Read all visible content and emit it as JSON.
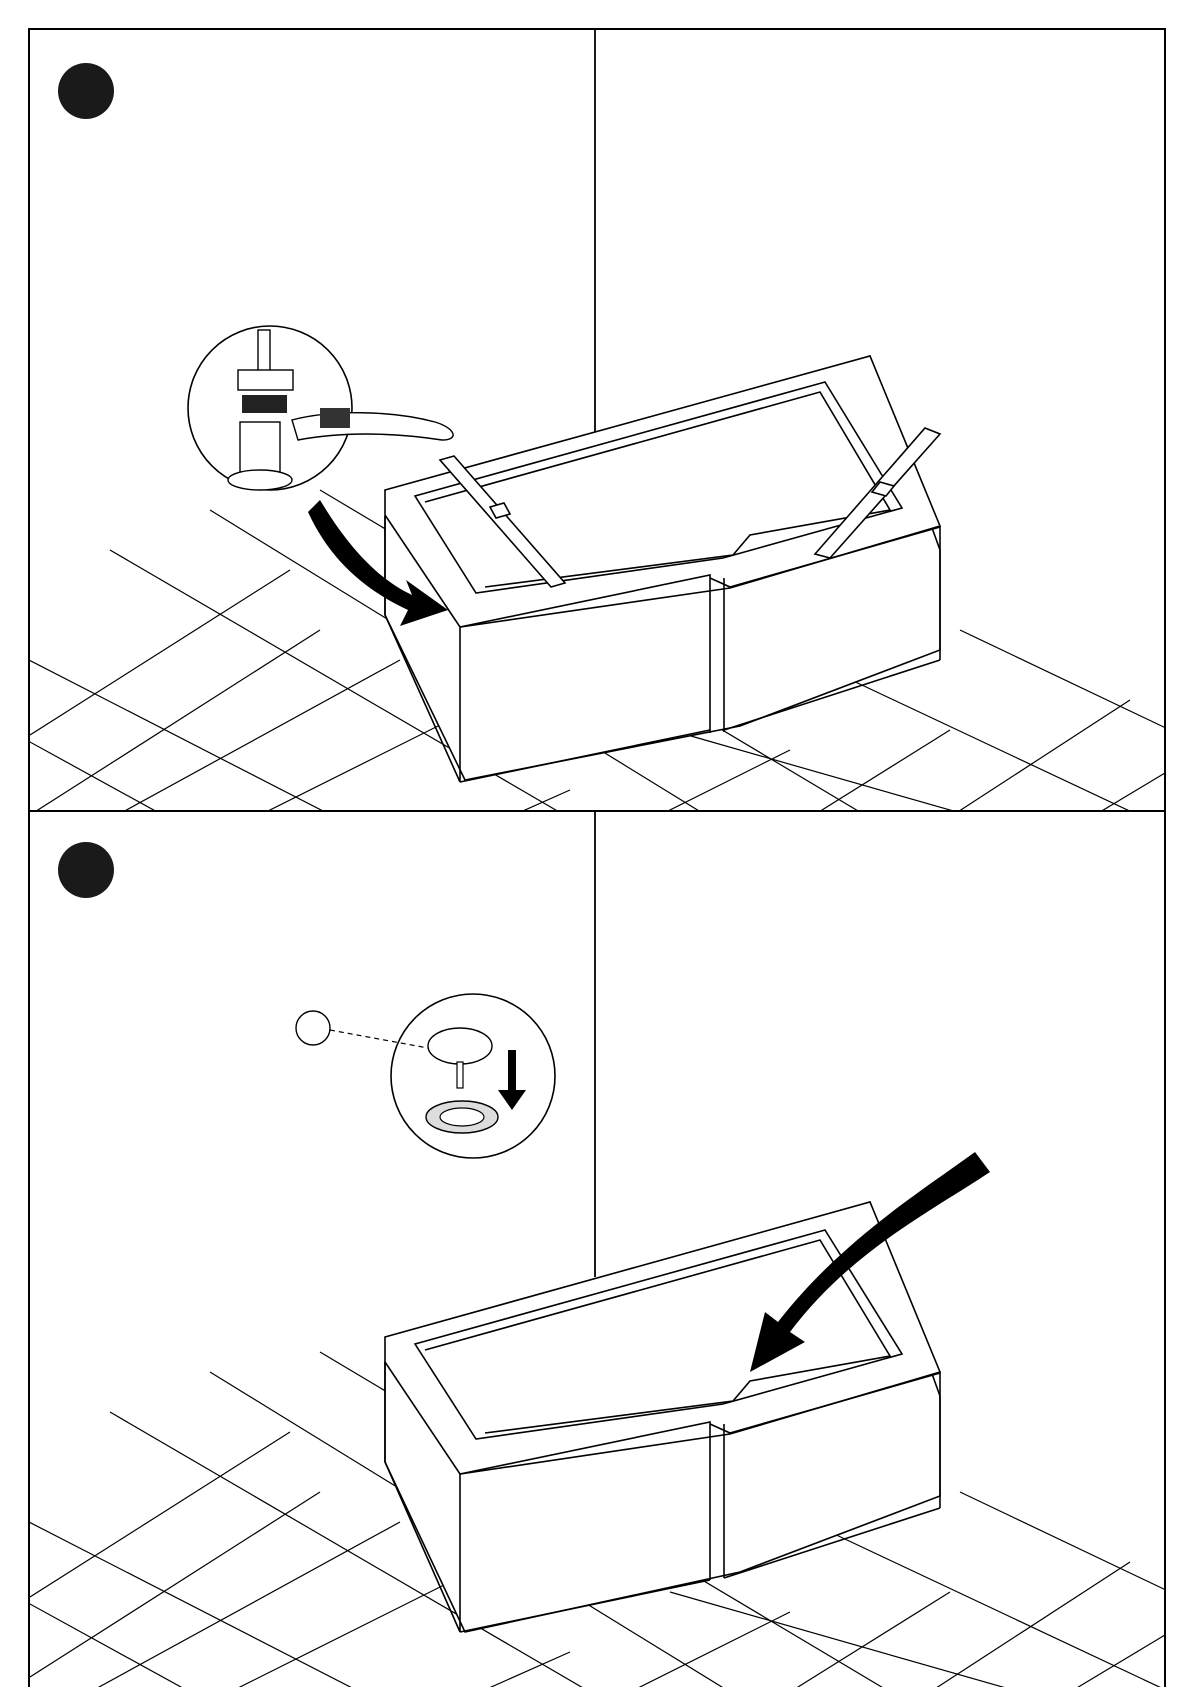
{
  "document": {
    "type": "installation-instructions",
    "steps": [
      {
        "id": "step-1",
        "badge_color": "#1a1a1a",
        "detail_icon": "adjustable-wrench-leg-icon"
      },
      {
        "id": "step-2",
        "badge_color": "#1a1a1a",
        "detail_icon": "waste-plug-icon"
      }
    ]
  },
  "colors": {
    "line": "#000000",
    "background": "#ffffff",
    "arrow": "#000000"
  }
}
